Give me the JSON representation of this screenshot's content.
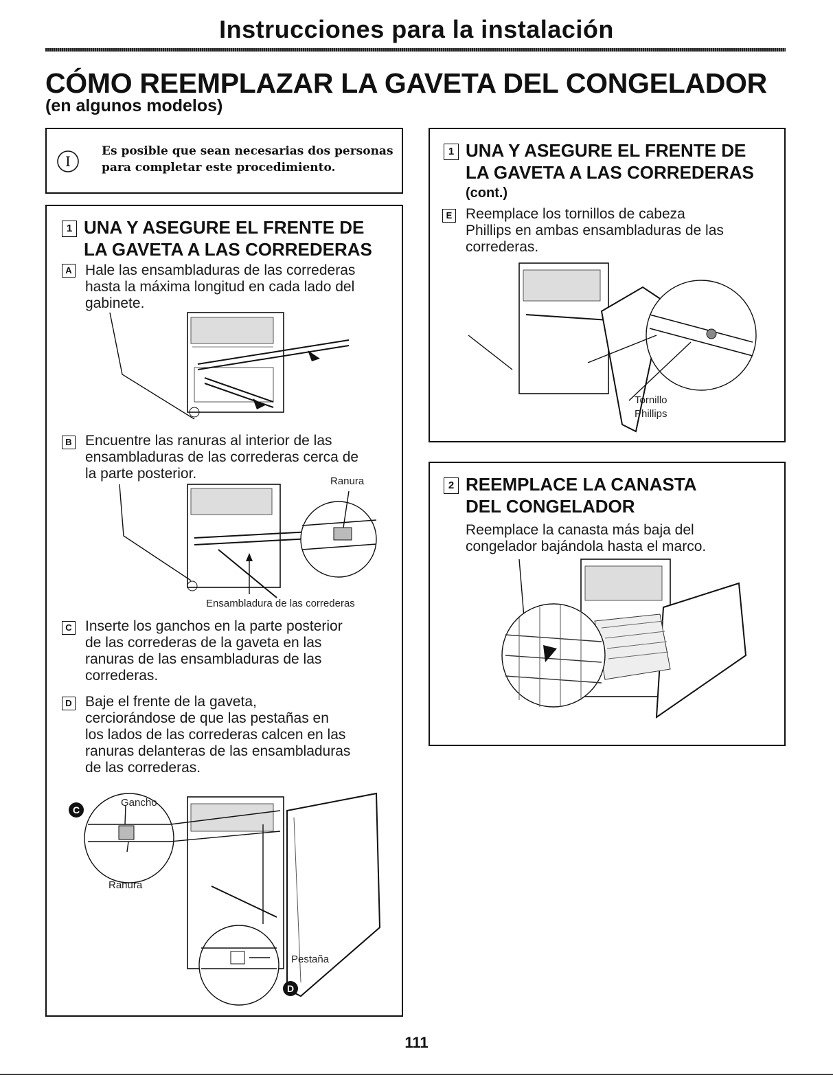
{
  "header": {
    "section_title": "Instrucciones para la instalación",
    "main_title": "CÓMO REEMPLAZAR LA GAVETA DEL CONGELADOR",
    "subtitle": "(en algunos modelos)"
  },
  "note": {
    "icon": "info-circle-icon",
    "text_line1": "Es posible que sean necesarias dos personas",
    "text_line2": "para completar este procedimiento."
  },
  "step1": {
    "number": "1",
    "title_line1": "UNA Y ASEGURE EL FRENTE DE",
    "title_line2": "LA GAVETA A LAS CORREDERAS",
    "a": {
      "letter": "A",
      "lines": [
        "Hale las ensambladuras de las correderas",
        "hasta la máxima longitud en cada lado del",
        "gabinete."
      ]
    },
    "b": {
      "letter": "B",
      "lines": [
        "Encuentre las ranuras al interior de las",
        "ensambladuras de las correderas cerca de",
        "la parte posterior."
      ],
      "callout_ranura": "Ranura",
      "callout_ensambladura": "Ensambladura de las correderas"
    },
    "c": {
      "letter": "C",
      "lines": [
        "Inserte los ganchos en la parte posterior",
        "de las correderas de la gaveta en las",
        "ranuras de las ensambladuras de las",
        "correderas."
      ]
    },
    "d": {
      "letter": "D",
      "lines": [
        "Baje el frente de la gaveta,",
        "cerciorándose de que las pestañas en",
        "los lados de las correderas calcen en las",
        "ranuras delanteras de las ensambladuras",
        "de las correderas."
      ],
      "callout_gancho": "Gancho",
      "callout_ranura": "Ranura",
      "callout_pestana": "Pestaña",
      "marker_c": "C",
      "marker_d": "D"
    }
  },
  "step1_cont": {
    "number": "1",
    "title_line1": "UNA Y ASEGURE EL FRENTE DE",
    "title_line2": "LA GAVETA A LAS CORREDERAS",
    "cont": "(cont.)",
    "e": {
      "letter": "E",
      "lines": [
        "Reemplace los tornillos de cabeza",
        "Phillips en ambas ensambladuras de las",
        "correderas."
      ],
      "callout_line1": "Tornillo",
      "callout_line2": "Phillips"
    }
  },
  "step2": {
    "number": "2",
    "title_line1": "REEMPLACE LA CANASTA",
    "title_line2": "DEL CONGELADOR",
    "lines": [
      "Reemplace la canasta más baja del",
      "congelador bajándola hasta el marco."
    ]
  },
  "page_number": "111"
}
